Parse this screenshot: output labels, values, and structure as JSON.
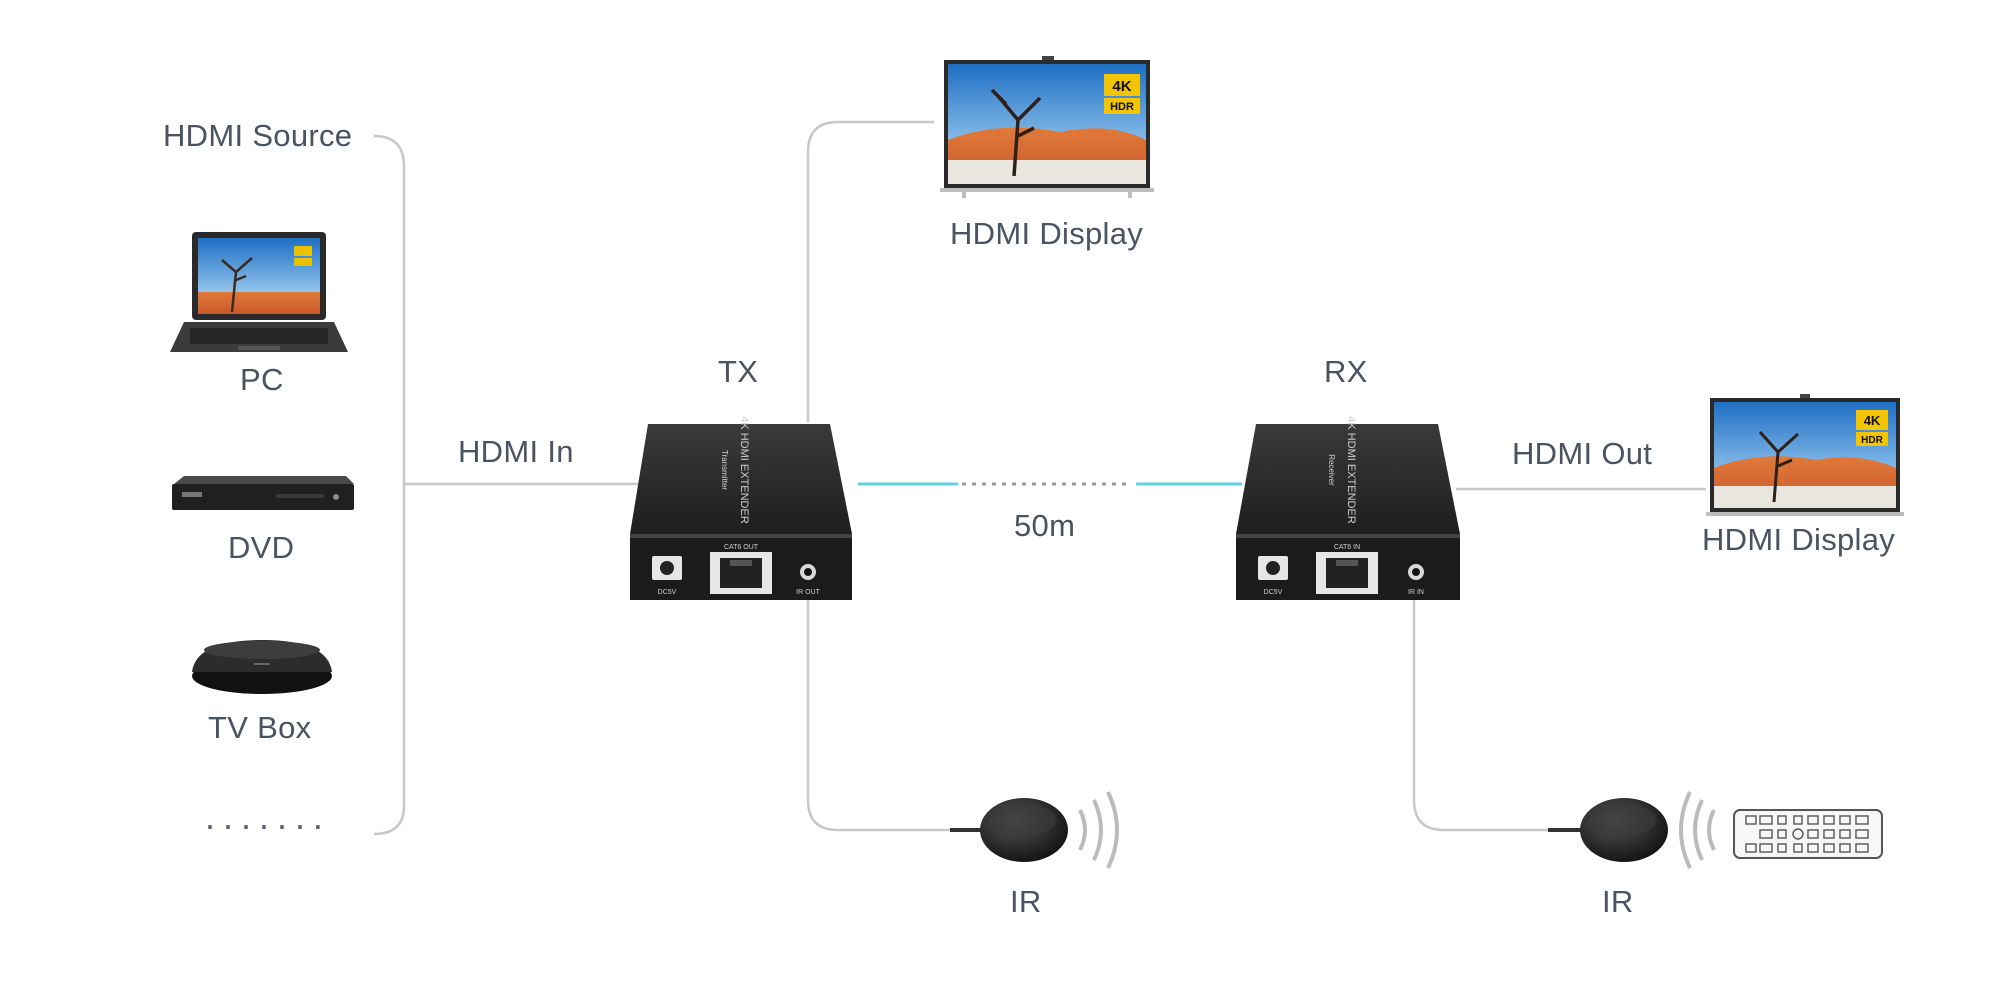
{
  "labels": {
    "hdmi_source": "HDMI Source",
    "pc": "PC",
    "dvd": "DVD",
    "tv_box": "TV Box",
    "more": "·······",
    "hdmi_in": "HDMI In",
    "tx": "TX",
    "rx": "RX",
    "distance": "50m",
    "hdmi_out": "HDMI Out",
    "hdmi_display_top": "HDMI Display",
    "hdmi_display_right": "HDMI Display",
    "ir_left": "IR",
    "ir_right": "IR"
  },
  "devices": {
    "tx_box": {
      "title": "4K HDMI EXTENDER",
      "sub": "Transmitter",
      "port_power": "DC5V",
      "port_cat": "CAT6 OUT",
      "port_ir": "IR OUT"
    },
    "rx_box": {
      "title": "4K HDMI EXTENDER",
      "sub": "Receiver",
      "port_power": "DC5V",
      "port_cat": "CAT6 IN",
      "port_ir": "IR IN"
    },
    "display_badge_top": "4K",
    "display_badge_bottom": "HDR"
  },
  "colors": {
    "line": "#c8c8c8",
    "cable_accent": "#5fd0e0",
    "label": "#4a5361",
    "device_body": "#2b2b2b"
  }
}
